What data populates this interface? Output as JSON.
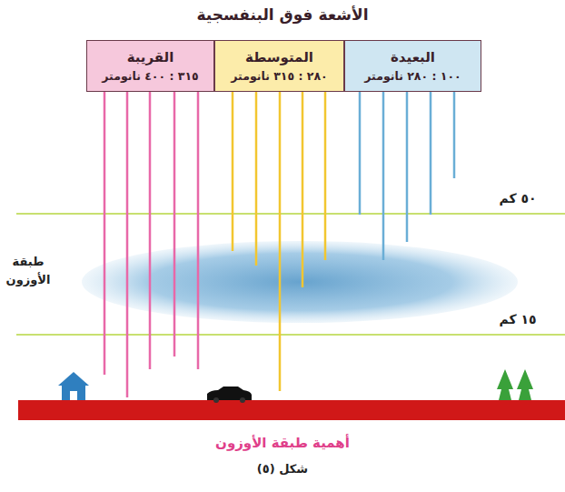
{
  "diagram": {
    "title": "الأشعة فوق البنفسجية",
    "caption": "أهمية طبقة الأوزون",
    "nodes": [
      {
        "text": [
          "البعيدة",
          "١٠٠ : ٢٨٠ نانومتر"
        ]
      },
      {
        "text": [
          "المتوسطة",
          "٢٨٠ : ٣١٥ نانومتر"
        ]
      },
      {
        "text": [
          "القريبة",
          "٣١٥ : ٤٠٠ نانومتر"
        ]
      }
    ],
    "edges": [],
    "labels": [
      "٥٠ كم",
      "١٥ كم",
      "طبقة الأوزون",
      "شكل (٥)"
    ]
  }
}
